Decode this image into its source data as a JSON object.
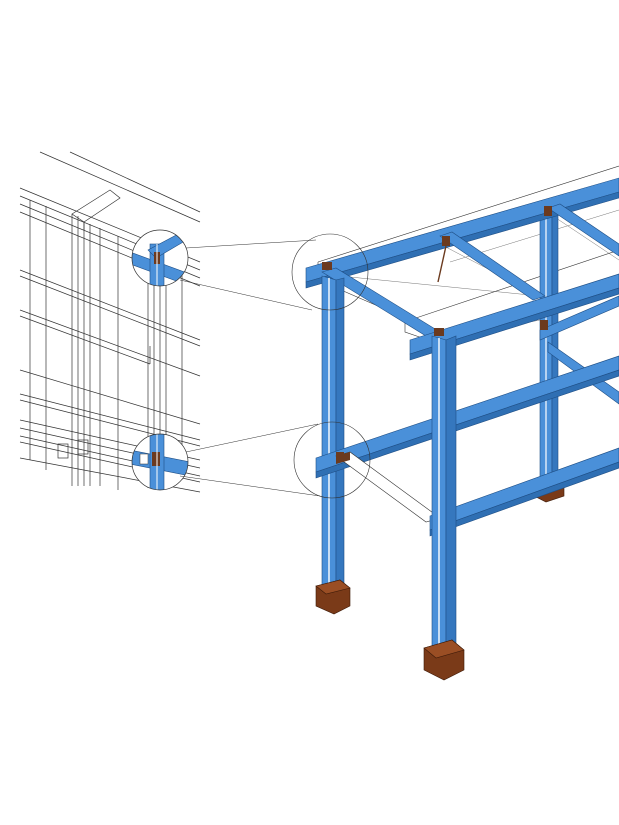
{
  "diagram": {
    "kind": "exploded-axonometric",
    "colors": {
      "steel": "#4a90d9",
      "steel_edge": "#1f4f86",
      "connector": "#6b3a1f",
      "footing": "#7a3a18",
      "footing_edge": "#3d1a08",
      "line": "#222222",
      "white": "#ffffff"
    },
    "callouts": [
      {
        "name": "top-connection",
        "shape": "circle"
      },
      {
        "name": "mid-connection",
        "shape": "circle"
      }
    ]
  }
}
